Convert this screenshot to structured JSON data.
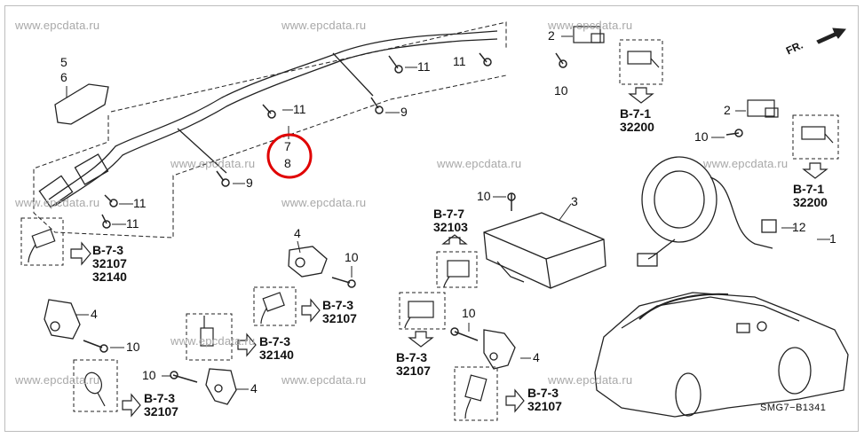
{
  "watermark": "www.epcdata.ru",
  "diagram_code": "SMG7−B1341",
  "front_indicator": "FR.",
  "highlight_color": "#e00000",
  "callouts": {
    "c5": "5",
    "c6": "6",
    "c7": "7",
    "c8": "8",
    "c9a": "9",
    "c9b": "9",
    "c11a": "11",
    "c11b": "11",
    "c11c": "11",
    "c11d": "11",
    "c11e": "11",
    "c2a": "2",
    "c2b": "2",
    "c3": "3",
    "c1": "1",
    "c12": "12",
    "c10a": "10",
    "c10b": "10",
    "c10c": "10",
    "c10d": "10",
    "c10e": "10",
    "c10f": "10",
    "c10g": "10",
    "c4a": "4",
    "c4b": "4",
    "c4c": "4",
    "c4d": "4"
  },
  "references": [
    {
      "group": "B-7-1",
      "codes": [
        "32200"
      ]
    },
    {
      "group": "B-7-1",
      "codes": [
        "32200"
      ]
    },
    {
      "group": "B-7-7",
      "codes": [
        "32103"
      ]
    },
    {
      "group": "B-7-3",
      "codes": [
        "32107",
        "32140"
      ]
    },
    {
      "group": "B-7-3",
      "codes": [
        "32107"
      ]
    },
    {
      "group": "B-7-3",
      "codes": [
        "32140"
      ]
    },
    {
      "group": "B-7-3",
      "codes": [
        "32107"
      ]
    },
    {
      "group": "B-7-3",
      "codes": [
        "32107"
      ]
    },
    {
      "group": "B-7-3",
      "codes": [
        "32107"
      ]
    }
  ]
}
